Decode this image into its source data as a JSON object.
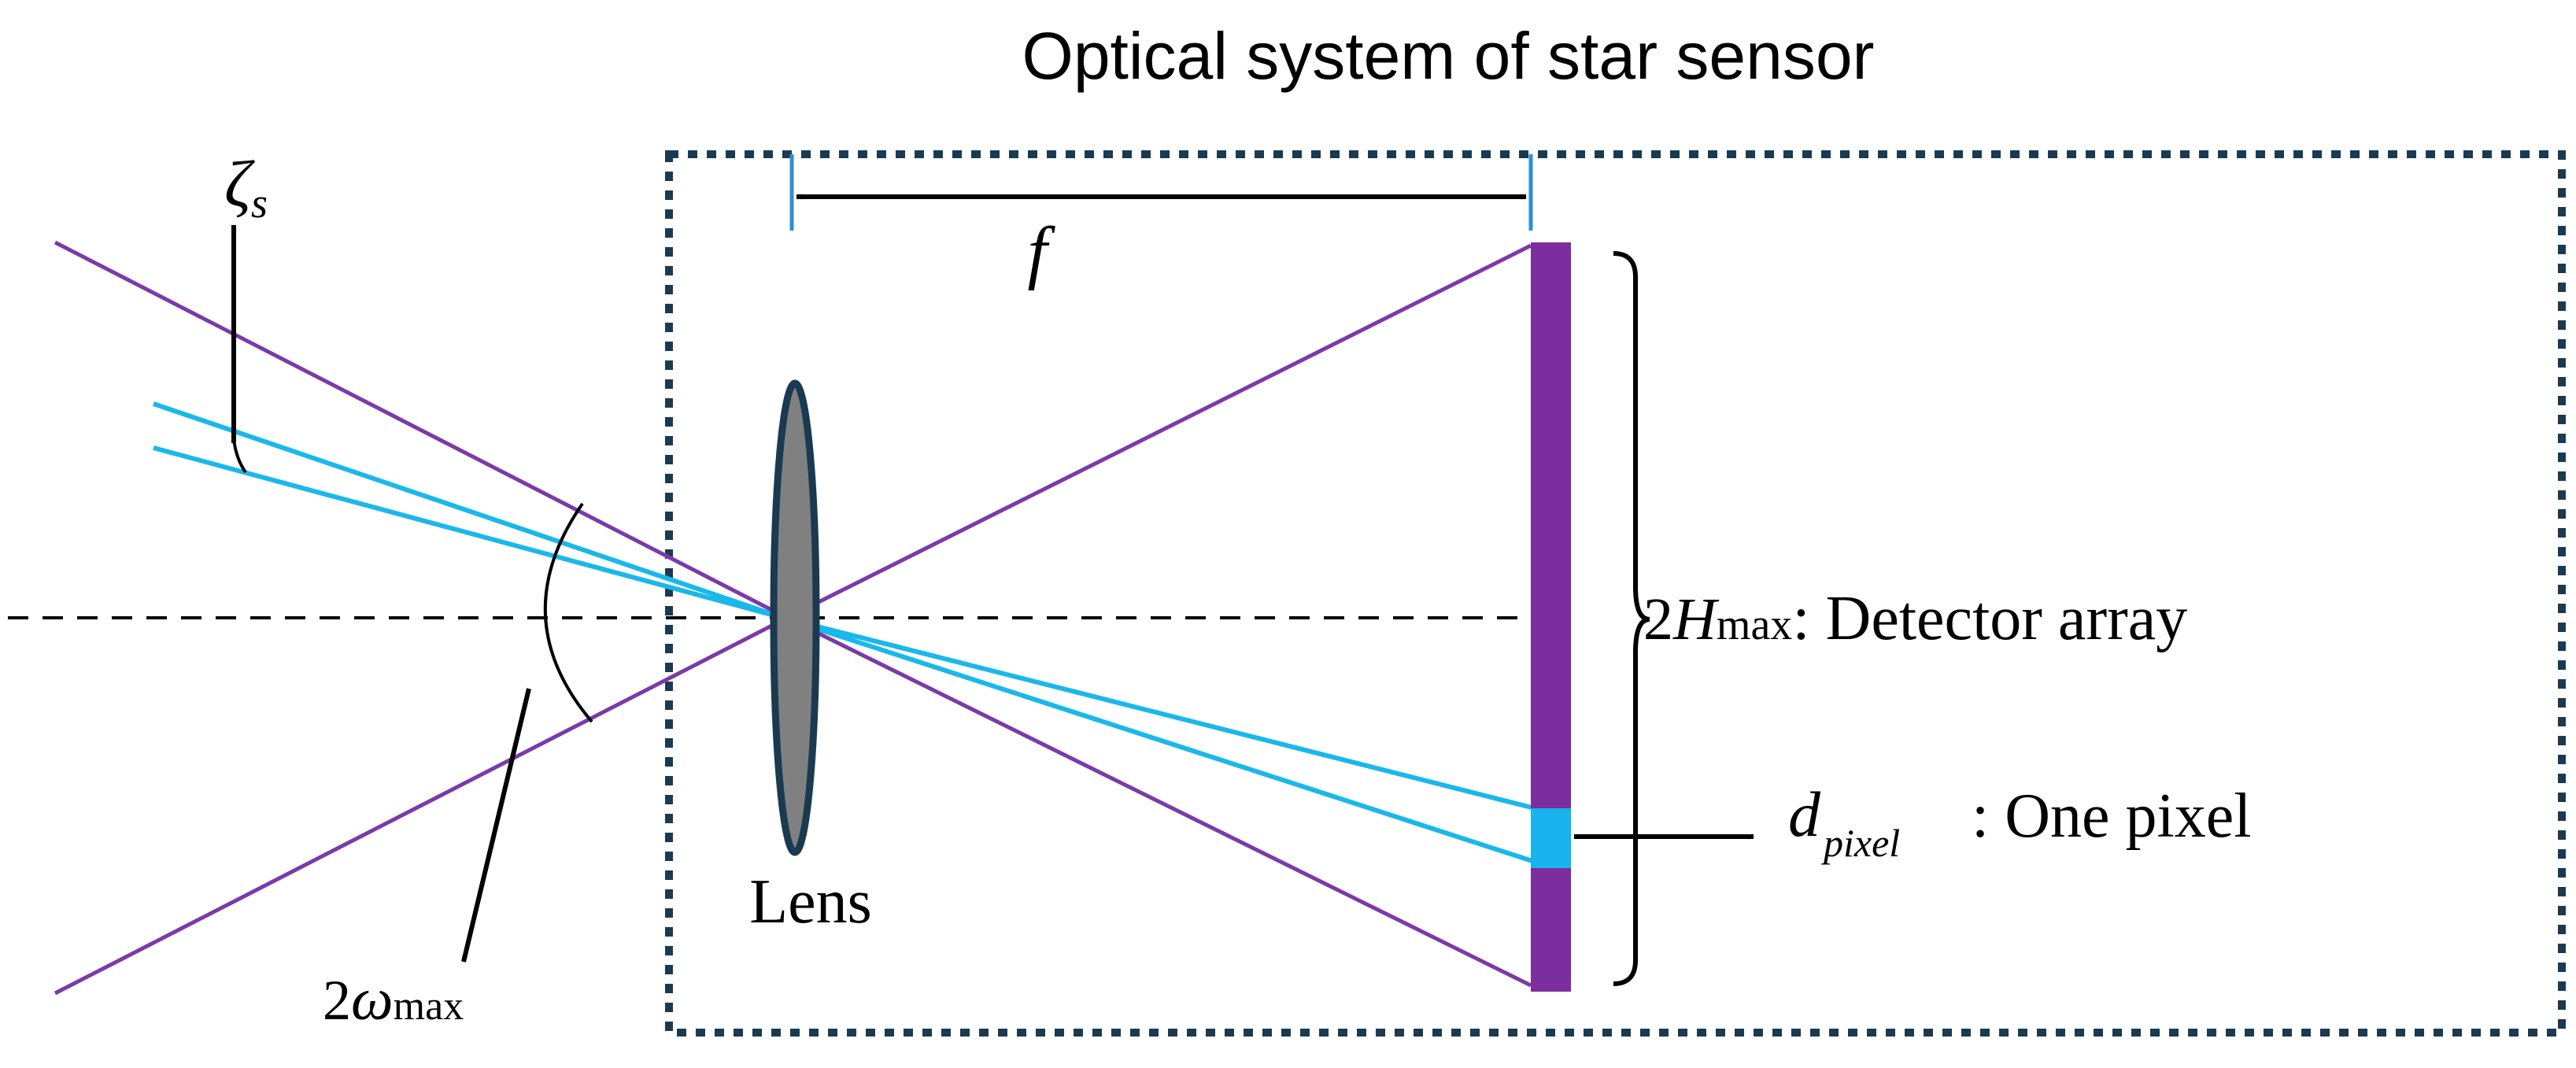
{
  "title": "Optical system of star sensor",
  "labels": {
    "zeta_main": "ζ",
    "zeta_sub": "s",
    "focal": "f",
    "two": "2",
    "h_var": "H",
    "h_sub": "max",
    "detector": ": Detector array",
    "d_var": "d",
    "d_sub": "pixel",
    "pixel": ": One pixel",
    "lens": "Lens",
    "omega_two": "2",
    "omega_var": "ω",
    "omega_sub": "max"
  },
  "colors": {
    "boundary": "#7b3aa9",
    "star_ray": "#1ab8ea",
    "detector": "#7c2d9e",
    "pixel": "#19b3ee",
    "lens_fill": "#808080",
    "lens_edge": "#1a3a52",
    "box_border": "#1a3a52",
    "focal_tick": "#2b8fd6"
  }
}
